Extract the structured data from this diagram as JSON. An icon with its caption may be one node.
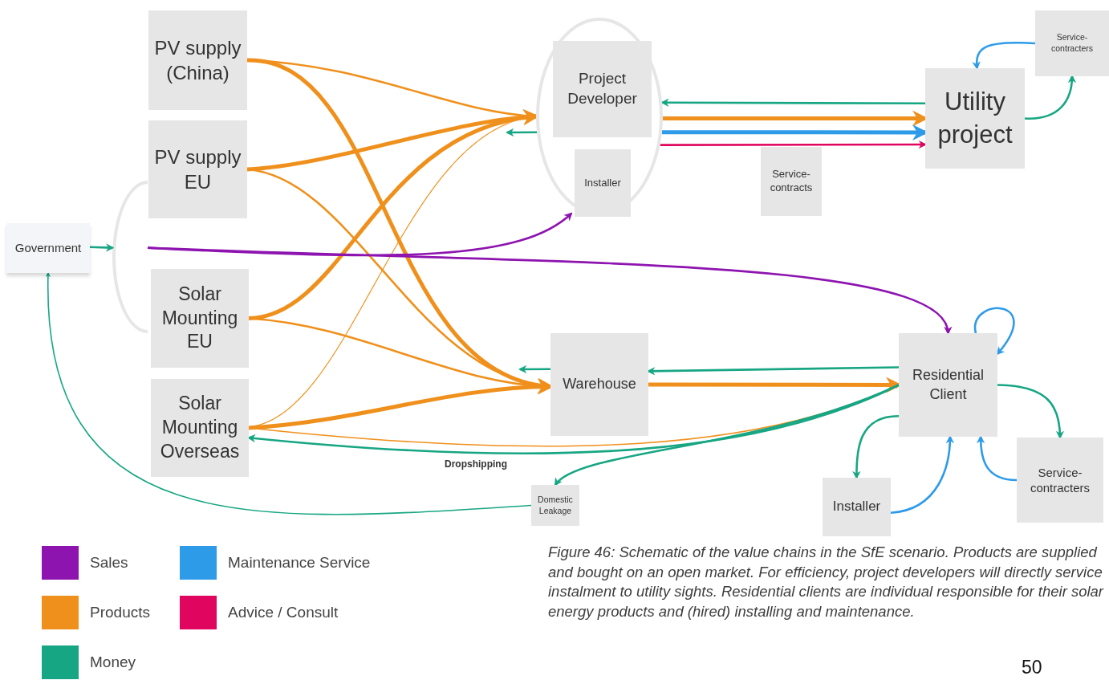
{
  "diagram": {
    "caption": "Figure 46: Schematic of the value chains in the SfE scenario. Products are supplied and bought on an open market. For efficiency, project developers will directly service instalment  to utility sights. Residential clients are individual responsible for their solar energy products and (hired) installing and maintenance.",
    "nodes": [
      {
        "text": [
          "PV supply (China)"
        ]
      },
      {
        "text": [
          "PV supply EU"
        ]
      },
      {
        "text": [
          "Solar Mounting EU"
        ]
      },
      {
        "text": [
          "Solar Mounting Overseas"
        ]
      },
      {
        "text": [
          "Government"
        ]
      },
      {
        "text": [],
        "shape": "ellipse"
      },
      {
        "text": [],
        "shape": "ellipse"
      },
      {
        "text": [
          "Project Developer"
        ],
        "in": 6
      },
      {
        "text": [
          "Installer"
        ],
        "in": 6
      },
      {
        "text": [
          "Service-contracts"
        ]
      },
      {
        "text": [
          "Utility project"
        ]
      },
      {
        "text": [
          "Service-contracters"
        ]
      },
      {
        "text": [
          "Warehouse"
        ]
      },
      {
        "text": [
          "Residential Client"
        ]
      },
      {
        "text": [
          "Service-contracters"
        ]
      },
      {
        "text": [
          "Installer"
        ]
      },
      {
        "text": [
          "Domestic Leakage"
        ]
      }
    ],
    "edges": [
      {
        "from": 0,
        "to": 6,
        "arrow": "to"
      },
      {
        "from": 1,
        "to": 6,
        "arrow": "to",
        "style": "thick"
      },
      {
        "from": 2,
        "to": 6,
        "arrow": "to",
        "style": "thick"
      },
      {
        "from": 3,
        "to": 6,
        "arrow": "to"
      },
      {
        "from": 0,
        "to": 12,
        "arrow": "to",
        "style": "thick"
      },
      {
        "from": 1,
        "to": 12,
        "arrow": "to"
      },
      {
        "from": 2,
        "to": 12,
        "arrow": "to"
      },
      {
        "from": 3,
        "to": 12,
        "arrow": "to",
        "style": "thick"
      },
      {
        "from": 6,
        "to": null,
        "arrow": "to",
        "color": "#17a683"
      },
      {
        "from": 12,
        "to": null,
        "arrow": "to",
        "color": "#17a683"
      },
      {
        "from": 4,
        "to": 5,
        "arrow": "to",
        "color": "#17a683"
      },
      {
        "from": 5,
        "to": 8,
        "arrow": "to",
        "color": "#8e14b0"
      },
      {
        "from": 5,
        "to": 13,
        "arrow": "to",
        "color": "#8e14b0"
      },
      {
        "from": 10,
        "to": 6,
        "arrow": "to",
        "color": "#17a683"
      },
      {
        "from": 6,
        "to": 10,
        "arrow": "to",
        "style": "thick"
      },
      {
        "from": 6,
        "to": 10,
        "arrow": "to",
        "style": "thick",
        "color": "#2e9be8"
      },
      {
        "from": 6,
        "to": 10,
        "arrow": "to",
        "color": "#e0065f"
      },
      {
        "from": 11,
        "to": 10,
        "arrow": "to",
        "color": "#2e9be8"
      },
      {
        "from": 10,
        "to": 11,
        "arrow": "to",
        "color": "#17a683"
      },
      {
        "from": 13,
        "to": 12,
        "arrow": "to",
        "color": "#17a683"
      },
      {
        "from": 12,
        "to": 13,
        "arrow": "to",
        "style": "thick"
      },
      {
        "from": 3,
        "to": 13,
        "arrow": "to"
      },
      {
        "from": 13,
        "to": 3,
        "arrow": "to",
        "label": "Dropshipping",
        "color": "#17a683"
      },
      {
        "from": 13,
        "to": 16,
        "arrow": "to",
        "color": "#17a683"
      },
      {
        "from": 16,
        "to": 4,
        "arrow": "to",
        "color": "#17a683"
      },
      {
        "from": 13,
        "to": 13,
        "arrow": "to",
        "color": "#2e9be8"
      },
      {
        "from": 13,
        "to": 14,
        "arrow": "to",
        "color": "#17a683"
      },
      {
        "from": 14,
        "to": 13,
        "arrow": "to",
        "color": "#2e9be8"
      },
      {
        "from": 13,
        "to": 15,
        "arrow": "to",
        "color": "#17a683"
      },
      {
        "from": 15,
        "to": 13,
        "arrow": "to",
        "color": "#2e9be8"
      }
    ],
    "labels": [
      "50"
    ],
    "legend": [
      {
        "text": "Sales",
        "color": "#8e14b0"
      },
      {
        "text": "Maintenance Service",
        "color": "#2e9be8"
      },
      {
        "text": "Products",
        "color": "#f0901c"
      },
      {
        "text": "Advice / Consult",
        "color": "#e0065f"
      },
      {
        "text": "Money",
        "color": "#17a683"
      }
    ]
  }
}
